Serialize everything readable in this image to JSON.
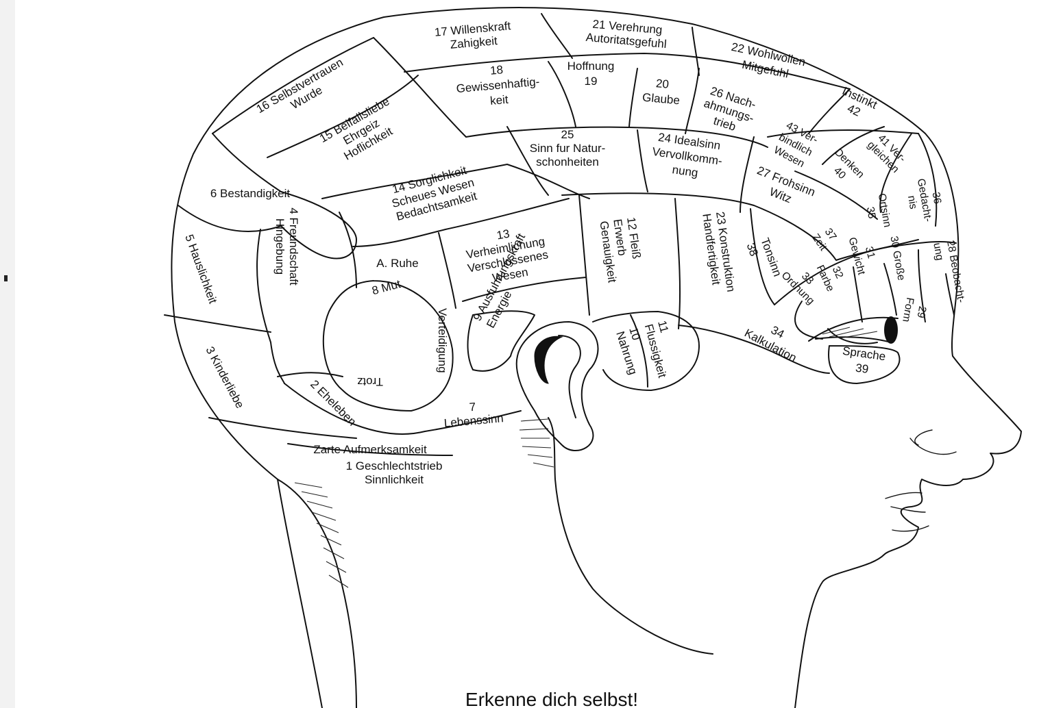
{
  "regions": [
    {
      "id": "r17",
      "lines": [
        "17 Willenskraft",
        "Zahigkeit"
      ]
    },
    {
      "id": "r21",
      "lines": [
        "21 Verehrung",
        "Autoritatsgefuhl"
      ]
    },
    {
      "id": "r22",
      "lines": [
        "22 Wohlwollen",
        "Mitgefuhl"
      ]
    },
    {
      "id": "r16",
      "lines": [
        "16 Selbstvertrauen",
        "Wurde"
      ]
    },
    {
      "id": "r18",
      "lines": [
        "18",
        "Gewissenhaftig-",
        "keit"
      ]
    },
    {
      "id": "r19",
      "lines": [
        "Hoffnung",
        "19"
      ]
    },
    {
      "id": "r20",
      "lines": [
        "20",
        "Glaube"
      ]
    },
    {
      "id": "r26",
      "lines": [
        "26 Nach-",
        "ahmungs-",
        "trieb"
      ]
    },
    {
      "id": "r42",
      "lines": [
        "Instinkt",
        "42"
      ]
    },
    {
      "id": "r15",
      "lines": [
        "15 Beifallsliebe",
        "Ehrgeiz",
        "Hoflichkeit"
      ]
    },
    {
      "id": "r25",
      "lines": [
        "25",
        "Sinn fur Natur-",
        "schonheiten"
      ]
    },
    {
      "id": "r24",
      "lines": [
        "24 Idealsinn",
        "Vervollkomm-",
        "nung"
      ]
    },
    {
      "id": "r43",
      "lines": [
        "43 Ver-",
        "bindlich",
        "Wesen"
      ]
    },
    {
      "id": "r41",
      "lines": [
        "41 Ver-",
        "gleichen"
      ]
    },
    {
      "id": "r40",
      "lines": [
        "Denken",
        "40"
      ]
    },
    {
      "id": "r6",
      "lines": [
        "6 Bestandigkeit"
      ]
    },
    {
      "id": "r14",
      "lines": [
        "14 Sorglichkeit",
        "Scheues Wesen",
        "Bedachtsamkeit"
      ]
    },
    {
      "id": "r27",
      "lines": [
        "27 Frohsinn",
        "Witz"
      ]
    },
    {
      "id": "r36",
      "lines": [
        "36",
        "Gedacht-",
        "nis"
      ]
    },
    {
      "id": "r35",
      "lines": [
        "Ortsinn",
        "35"
      ]
    },
    {
      "id": "r5",
      "lines": [
        "5 Hauslichkeit"
      ]
    },
    {
      "id": "r4",
      "lines": [
        "4 Freundschaft",
        "Hingebung"
      ]
    },
    {
      "id": "rA",
      "lines": [
        "A. Ruhe"
      ]
    },
    {
      "id": "r13",
      "lines": [
        "13",
        "Verheimlichung",
        "Verschlossenes",
        "Wesen"
      ]
    },
    {
      "id": "r12",
      "lines": [
        "12 Fleiß",
        "Erwerb",
        "Genauigkeit"
      ]
    },
    {
      "id": "r23",
      "lines": [
        "23 Konstruktion",
        "Handfertigkeit"
      ]
    },
    {
      "id": "r38",
      "lines": [
        "Tonsinn",
        "38"
      ]
    },
    {
      "id": "r37",
      "lines": [
        "37",
        "Zeit"
      ]
    },
    {
      "id": "r31",
      "lines": [
        "31",
        "Gewicht"
      ]
    },
    {
      "id": "r30",
      "lines": [
        "30 Große"
      ]
    },
    {
      "id": "r28",
      "lines": [
        "28 Beobacht-",
        "ung"
      ]
    },
    {
      "id": "r8",
      "lines": [
        "8 Mut"
      ]
    },
    {
      "id": "rV",
      "lines": [
        "Verteidigung"
      ]
    },
    {
      "id": "r9",
      "lines": [
        "9 Ausfuhrungskraft",
        "Energie"
      ]
    },
    {
      "id": "r32",
      "lines": [
        "32",
        "Farbe"
      ]
    },
    {
      "id": "r33",
      "lines": [
        "33",
        "Ordnung"
      ]
    },
    {
      "id": "r29",
      "lines": [
        "29",
        "Form"
      ]
    },
    {
      "id": "r3",
      "lines": [
        "3 Kinderliebe"
      ]
    },
    {
      "id": "rT",
      "lines": [
        "Trotz"
      ]
    },
    {
      "id": "r2",
      "lines": [
        "2 Eheleben"
      ]
    },
    {
      "id": "r7",
      "lines": [
        "7",
        "Lebenssinn"
      ]
    },
    {
      "id": "r10",
      "lines": [
        "10",
        "Nahrung"
      ]
    },
    {
      "id": "r11",
      "lines": [
        "11",
        "Flussigkeit"
      ]
    },
    {
      "id": "r34",
      "lines": [
        "34",
        "Kalkulation"
      ]
    },
    {
      "id": "r39",
      "lines": [
        "Sprache",
        "39"
      ]
    },
    {
      "id": "r1z",
      "lines": [
        "Zarte Aufmerksamkeit"
      ]
    },
    {
      "id": "r1",
      "lines": [
        "1 Geschlechtstrieb",
        "Sinnlichkeit"
      ]
    }
  ],
  "caption": "Erkenne dich selbst!"
}
